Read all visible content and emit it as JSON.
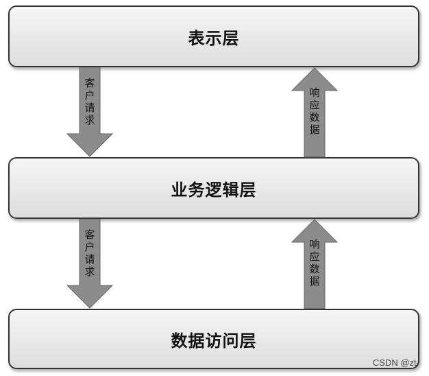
{
  "layers": {
    "presentation": "表示层",
    "business": "业务逻辑层",
    "data_access": "数据访问层"
  },
  "arrows": {
    "down_1": [
      "客",
      "户",
      "请",
      "求"
    ],
    "up_1": [
      "响",
      "应",
      "数",
      "据"
    ],
    "down_2": [
      "客",
      "户",
      "请",
      "求"
    ],
    "up_2": [
      "响",
      "应",
      "数",
      "据"
    ]
  },
  "colors": {
    "arrow_fill": "#8c8c8c",
    "arrow_stroke": "#666666",
    "layer_border": "#333333"
  },
  "watermark": "CSDN @zt-"
}
